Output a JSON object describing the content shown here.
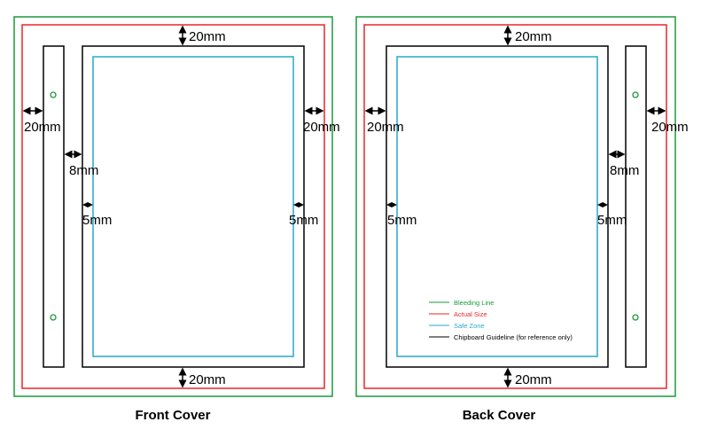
{
  "colors": {
    "bleeding": "#1a9a3a",
    "actual": "#e8262b",
    "safe": "#2aa7c9",
    "chipboard": "#000000"
  },
  "front": {
    "title": "Front Cover",
    "top": "20mm",
    "bottom": "20mm",
    "left": "20mm",
    "right": "20mm",
    "gap": "8mm",
    "safe_left": "5mm",
    "safe_right": "5mm"
  },
  "back": {
    "title": "Back Cover",
    "top": "20mm",
    "bottom": "20mm",
    "left": "20mm",
    "right": "20mm",
    "gap": "8mm",
    "safe_left": "5mm",
    "safe_right": "5mm"
  },
  "legend": [
    {
      "label": "Bleeding Line"
    },
    {
      "label": "Actual Size"
    },
    {
      "label": "Safe Zone"
    },
    {
      "label": "Chipboard Guideline (for reference only)"
    }
  ]
}
